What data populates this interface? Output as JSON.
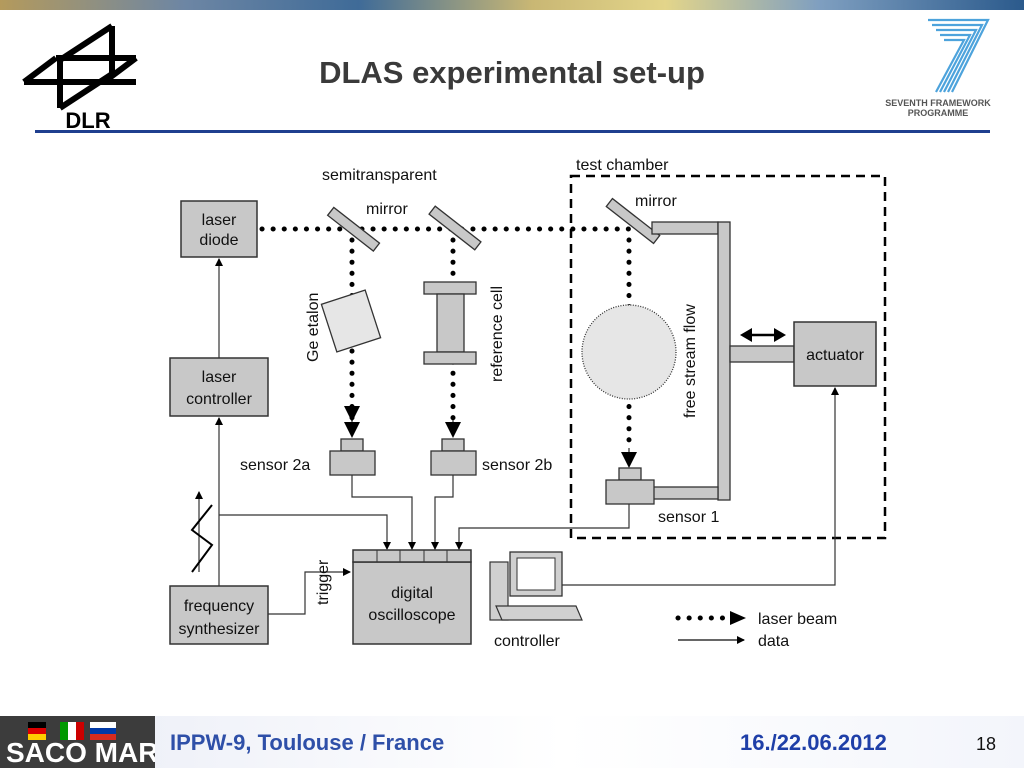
{
  "header": {
    "title": "DLAS experimental set-up",
    "dlr_logo_text": "DLR",
    "fp7_logo_text": "SEVENTH FRAMEWORK PROGRAMME",
    "fp7_logo_line1": "SEVENTH FRAMEWORK",
    "fp7_logo_line2": "PROGRAMME"
  },
  "diagram": {
    "laser_diode": "laser diode",
    "laser_diode_l1": "laser",
    "laser_diode_l2": "diode",
    "laser_controller_l1": "laser",
    "laser_controller_l2": "controller",
    "frequency_synth_l1": "frequency",
    "frequency_synth_l2": "synthesizer",
    "oscilloscope_l1": "digital",
    "oscilloscope_l2": "oscilloscope",
    "semitransparent": "semitransparent",
    "mirror_1": "mirror",
    "mirror_2": "mirror",
    "test_chamber": "test chamber",
    "ge_etalon": "Ge etalon",
    "reference_cell": "reference cell",
    "free_stream_flow": "free stream flow",
    "actuator": "actuator",
    "sensor_2a": "sensor 2a",
    "sensor_2b": "sensor 2b",
    "sensor_1": "sensor 1",
    "trigger": "trigger",
    "controller": "controller",
    "legend_laser_beam": "laser beam",
    "legend_data": "data"
  },
  "footer": {
    "conference": "IPPW-9, Toulouse / France",
    "date": "16./22.06.2012",
    "page": "18",
    "logo_text": "SACO MAR"
  },
  "colors": {
    "title": "#3a3a3a",
    "rule": "#1f3f8f",
    "box_fill": "#c8c8c8",
    "footer_text": "#2e4fa8"
  }
}
